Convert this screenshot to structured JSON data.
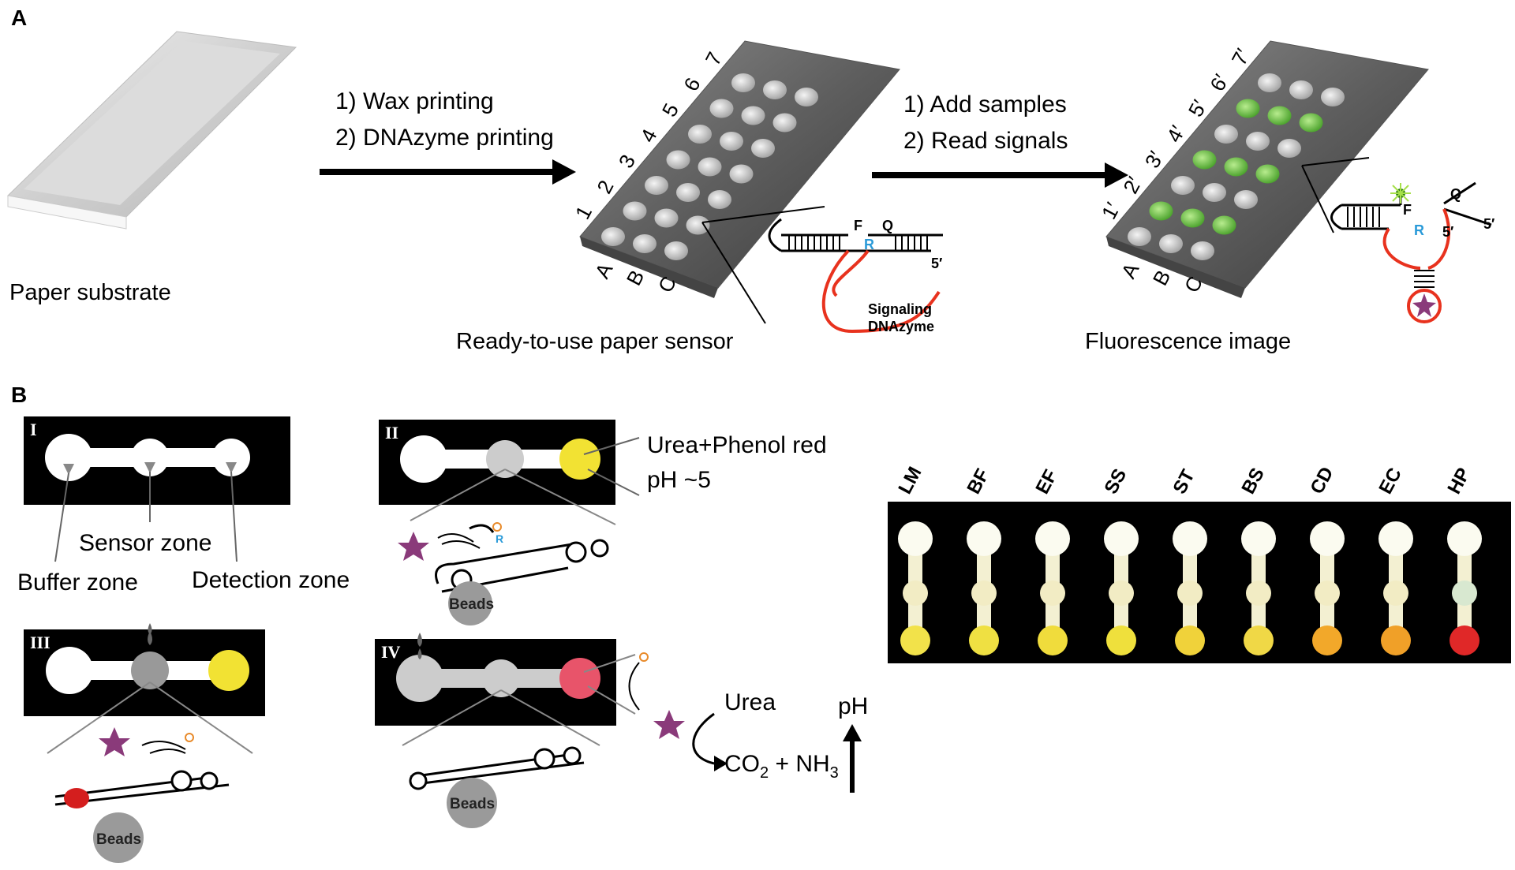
{
  "panels": {
    "a": {
      "letter": "A"
    },
    "b": {
      "letter": "B"
    }
  },
  "panel_a": {
    "paper_caption": "Paper substrate",
    "step1": {
      "line1": "1) Wax printing",
      "line2": "2) DNAzyme printing"
    },
    "step2": {
      "line1": "1) Add samples",
      "line2": "2) Read signals"
    },
    "sensor_caption": "Ready-to-use paper sensor",
    "fluor_caption": "Fluorescence image",
    "sensor_cols": [
      "1",
      "2",
      "3",
      "4",
      "5",
      "6",
      "7"
    ],
    "fluor_cols": [
      "1′",
      "2′",
      "3′",
      "4′",
      "5′",
      "6′",
      "7′"
    ],
    "rows": [
      "A",
      "B",
      "C"
    ],
    "dnazyme": {
      "label_line1": "Signaling",
      "label_line2": "DNAzyme",
      "f": "F",
      "r": "R",
      "q": "Q",
      "five_prime": "5′"
    }
  },
  "panel_b": {
    "roman": [
      "I",
      "II",
      "III",
      "IV"
    ],
    "sensor_zone": "Sensor zone",
    "buffer_zone": "Buffer zone",
    "detection_zone": "Detection zone",
    "urea_phenol": "Urea+Phenol red",
    "ph5": "pH ~5",
    "beads": "Beads",
    "urea": "Urea",
    "co2": "CO",
    "co2_sub": "2",
    "plus_nh3": " + NH",
    "nh3_sub": "3",
    "ph": "pH",
    "samples": [
      "LM",
      "BF",
      "EF",
      "SS",
      "ST",
      "BS",
      "CD",
      "EC",
      "HP"
    ],
    "sample_colors": [
      "#f2e24a",
      "#efe042",
      "#f0dc3c",
      "#efe03c",
      "#f0d23a",
      "#f0d846",
      "#f2a82a",
      "#f0a028",
      "#e02828"
    ]
  },
  "colors": {
    "bg": "#ffffff",
    "black": "#000000",
    "yellow": "#f2e233",
    "pink": "#e8546a",
    "green": "#5cb83c",
    "red_strand": "#e8321e",
    "blue": "#2a9ad8",
    "gray": "#9a9a9a"
  }
}
